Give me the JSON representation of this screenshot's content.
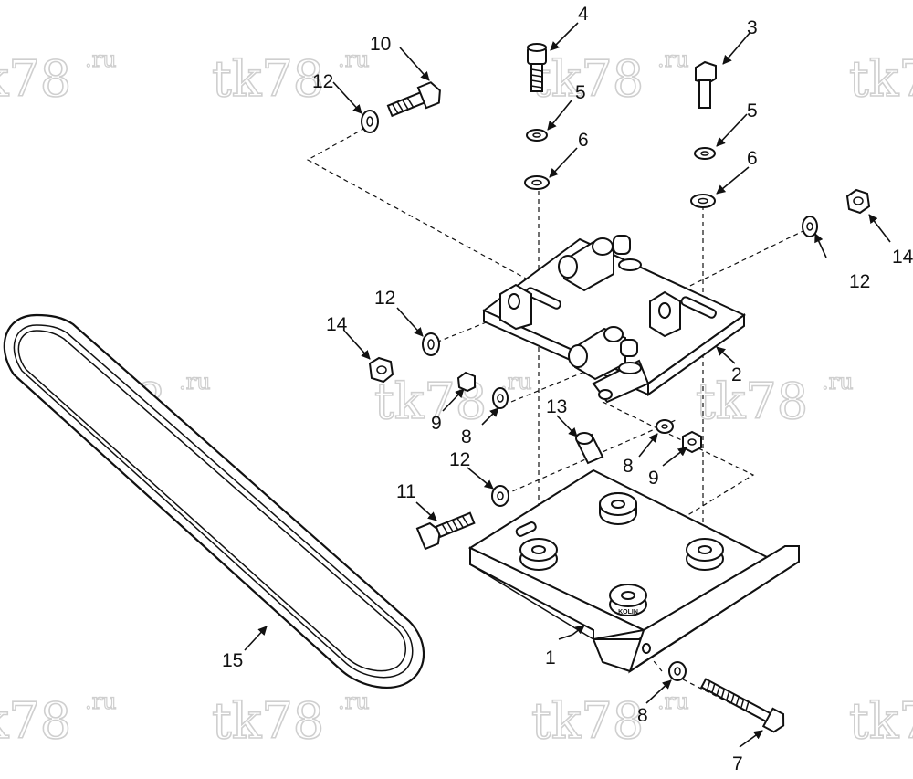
{
  "figure": {
    "watermark": {
      "main": "tk78",
      "sup": ".ru"
    },
    "brand_mark": "KOLIN",
    "callouts": [
      "1",
      "2",
      "3",
      "4",
      "5",
      "5",
      "6",
      "6",
      "7",
      "8",
      "8",
      "8",
      "9",
      "9",
      "10",
      "11",
      "12",
      "12",
      "12",
      "12",
      "13",
      "14",
      "14",
      "15"
    ]
  },
  "colors": {
    "ink": "#111111",
    "watermark": "#cfcfcf",
    "background": "#ffffff"
  }
}
